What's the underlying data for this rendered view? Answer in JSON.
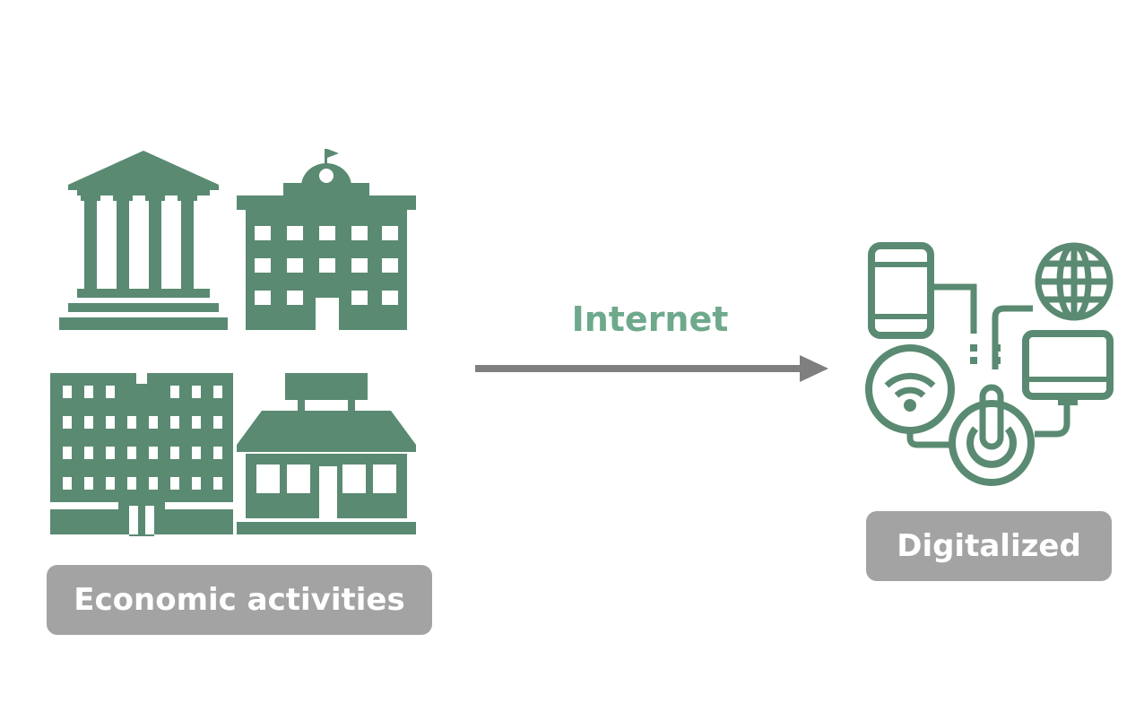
{
  "colors": {
    "icon_green": "#5a8a72",
    "label_background": "#a3a3a3",
    "label_text": "#ffffff",
    "arrow": "#7f7f7f",
    "arrow_caption": "#6ea98c"
  },
  "source": {
    "label": "Economic activities",
    "icons": [
      "bank-icon",
      "school-icon",
      "apartment-building-icon",
      "store-icon"
    ]
  },
  "connector": {
    "label": "Internet"
  },
  "target": {
    "label": "Digitalized",
    "icons": [
      "smartphone-icon",
      "globe-icon",
      "wifi-icon",
      "monitor-icon",
      "power-button-icon"
    ]
  }
}
